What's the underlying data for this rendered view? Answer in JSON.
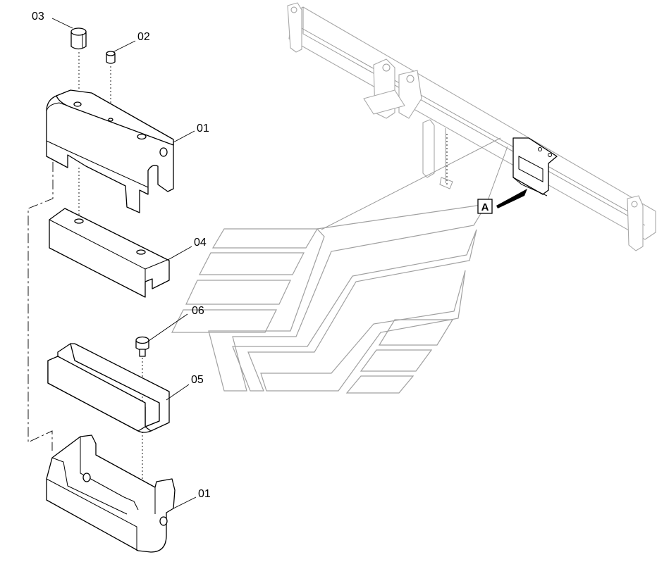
{
  "labels": {
    "p03": "03",
    "p02": "02",
    "p01_top": "01",
    "p04": "04",
    "p06": "06",
    "p05": "05",
    "p01_bottom": "01"
  },
  "callout": {
    "letter": "A"
  },
  "colors": {
    "line": "#000000",
    "ghost": "#9a9a9a",
    "watermark": "#a0a0a0",
    "background": "#ffffff"
  }
}
